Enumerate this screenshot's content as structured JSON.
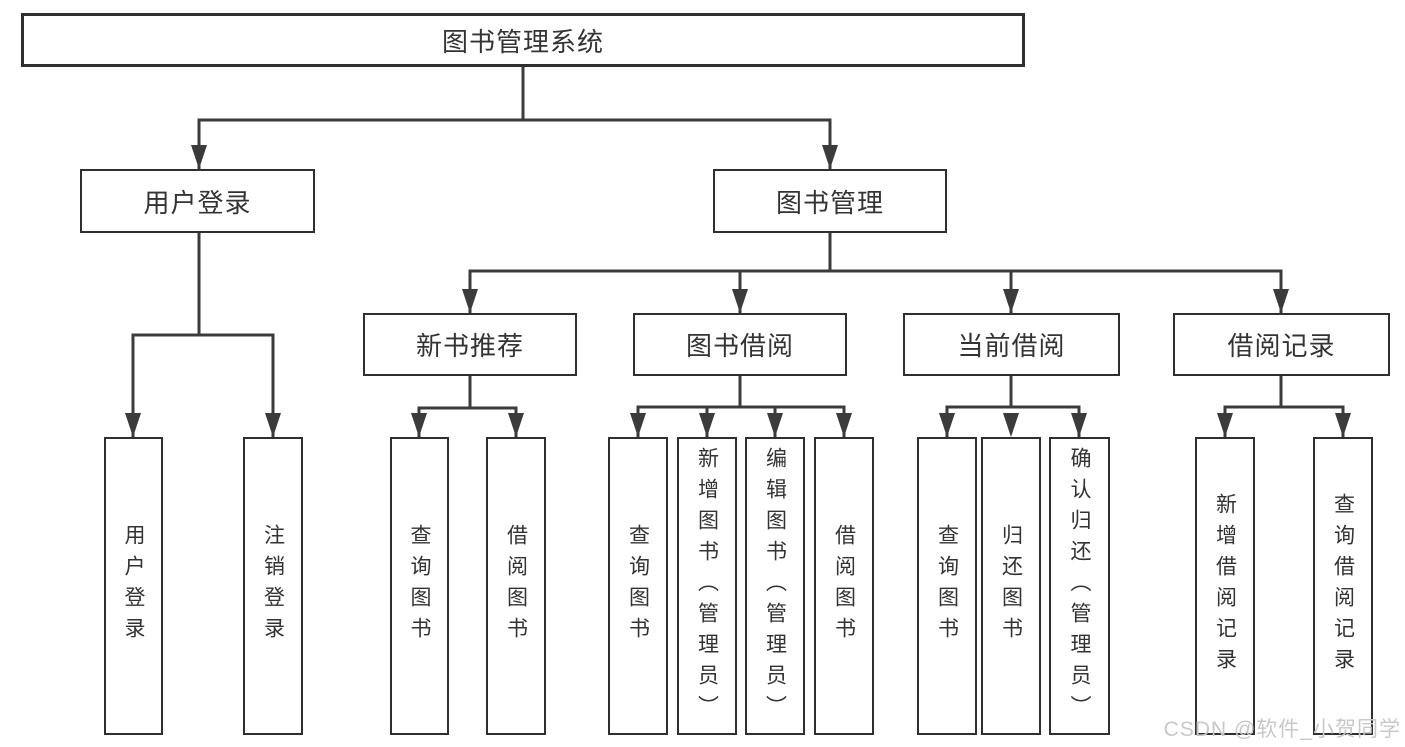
{
  "nodes": {
    "root": "图书管理系统",
    "user_login": "用户登录",
    "book_mgmt": "图书管理",
    "new_book_rec": "新书推荐",
    "book_borrow": "图书借阅",
    "current_borrow": "当前借阅",
    "borrow_records": "借阅记录",
    "ul_login": "用户登录",
    "ul_logout": "注销登录",
    "nb_query": "查询图书",
    "nb_borrow": "借阅图书",
    "bb_query": "查询图书",
    "bb_add": "新增图书（管理员）",
    "bb_edit": "编辑图书（管理员）",
    "bb_borrow": "借阅图书",
    "cb_query": "查询图书",
    "cb_return": "归还图书",
    "cb_confirm": "确认归还（管理员）",
    "br_add": "新增借阅记录",
    "br_query": "查询借阅记录"
  },
  "watermark": "CSDN @软件_小贺同学",
  "colors": {
    "line": "#3b3b3b",
    "text": "#333333",
    "watermark": "#c8c8c8"
  }
}
